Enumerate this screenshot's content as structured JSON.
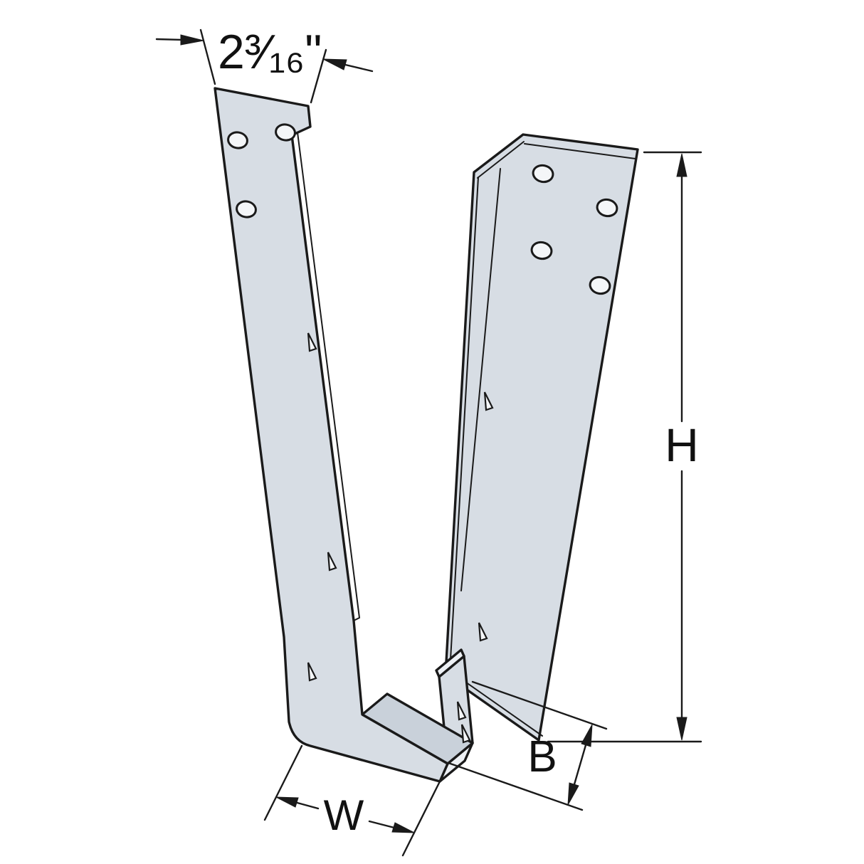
{
  "diagram": {
    "title": "joist-hanger-dimension-diagram",
    "labels": {
      "top_width": "2³⁄₁₆\"",
      "height": "H",
      "bearing": "B",
      "width": "W"
    },
    "colors": {
      "background": "#ffffff",
      "metal": "#d7dde4",
      "metal_shadow": "#c9d1da",
      "metal_edge": "#eef1f5",
      "hole_fill": "#f4f6f8",
      "outline": "#1a1a1a"
    }
  }
}
